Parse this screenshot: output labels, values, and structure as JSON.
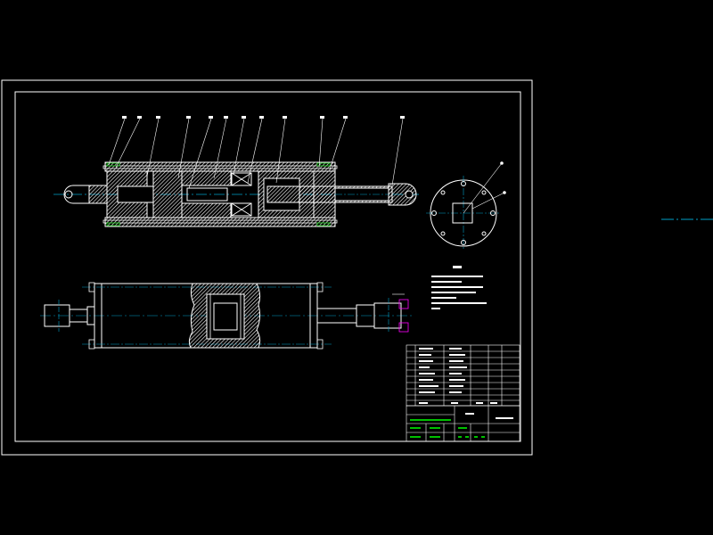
{
  "colors": {
    "background": "#000000",
    "line": "#ffffff",
    "centerline": "#00a0c8",
    "accent_green": "#00c000",
    "accent_magenta": "#ff00ff",
    "hatch": "#ffffff"
  },
  "drawing": {
    "type": "engineering-drawing",
    "subject": "hydraulic-cylinder-assembly",
    "views": [
      "section-view",
      "end-view",
      "exterior-view"
    ],
    "balloon_count": 15,
    "tech_notes_line_count": 6,
    "parts_list_row_count": 10,
    "title_block_present": true
  }
}
